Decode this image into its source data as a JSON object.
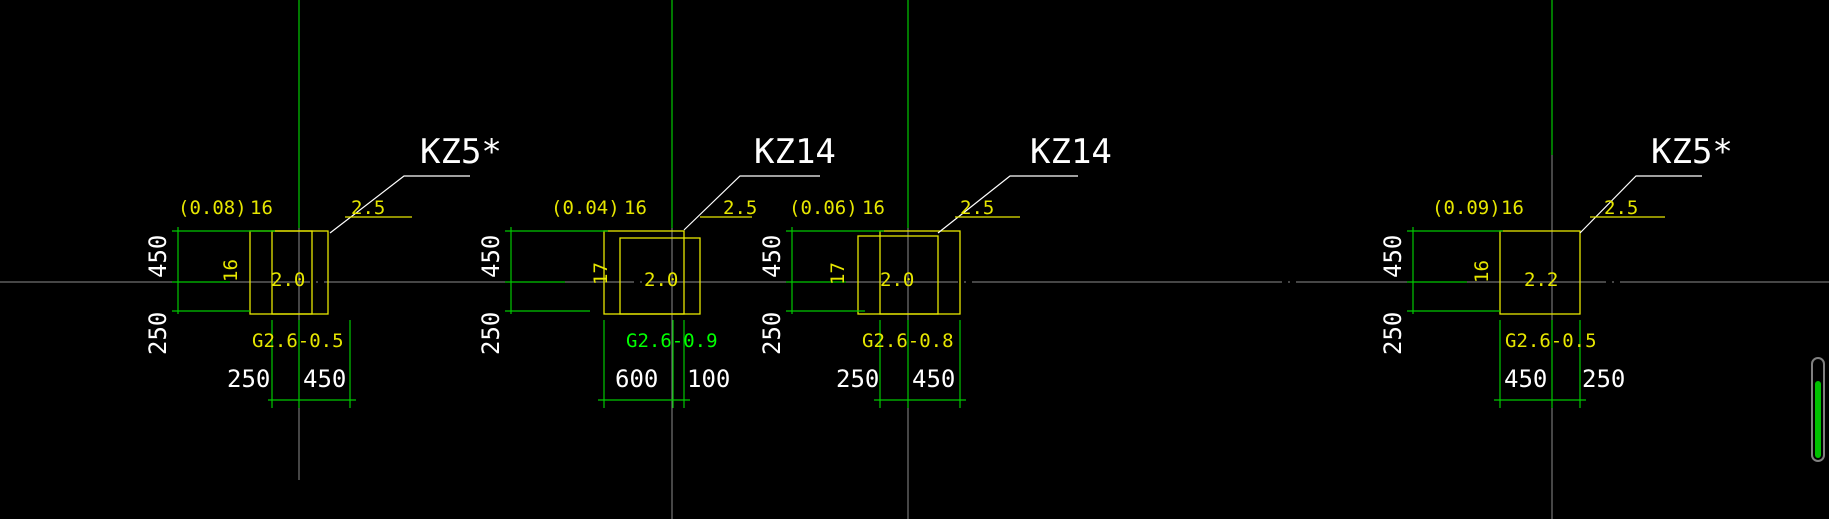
{
  "drawing": {
    "colors": {
      "background": "#000000",
      "axis": "#8c8c8c",
      "axis_line": "#00ff00",
      "column_outline": "#e6e600",
      "dimension": "#00c800",
      "label_white": "#ffffff",
      "label_yellow": "#e6e600",
      "label_green": "#00ff00"
    },
    "columns": [
      {
        "name": "KZ5*",
        "offset_note": "(0.08)",
        "top_value": "16",
        "corner_value": "2.5",
        "side_value": "16",
        "center_value": "2.0",
        "stirrup_note": "G2.6-0.5",
        "dim_vertical_top": "450",
        "dim_vertical_bottom": "250",
        "dim_bottom_left": "250",
        "dim_bottom_right": "450"
      },
      {
        "name": "KZ14",
        "offset_note": "(0.04)",
        "top_value": "16",
        "corner_value": "2.5",
        "side_value": "17",
        "center_value": "2.0",
        "stirrup_note": "G2.6-0.9",
        "dim_vertical_top": "450",
        "dim_vertical_bottom": "250",
        "dim_bottom_left": "600",
        "dim_bottom_right": "100"
      },
      {
        "name": "KZ14",
        "offset_note": "(0.06)",
        "top_value": "16",
        "corner_value": "2.5",
        "side_value": "17",
        "center_value": "2.0",
        "stirrup_note": "G2.6-0.8",
        "dim_vertical_top": "450",
        "dim_vertical_bottom": "250",
        "dim_bottom_left": "250",
        "dim_bottom_right": "450"
      },
      {
        "name": "KZ5*",
        "offset_note": "(0.09)",
        "top_value": "16",
        "corner_value": "2.5",
        "side_value": "16",
        "center_value": "2.2",
        "stirrup_note": "G2.6-0.5",
        "dim_vertical_top": "450",
        "dim_vertical_bottom": "250",
        "dim_bottom_left": "450",
        "dim_bottom_right": "250"
      }
    ]
  },
  "scrollbar": {
    "position_fraction": 0.8
  }
}
